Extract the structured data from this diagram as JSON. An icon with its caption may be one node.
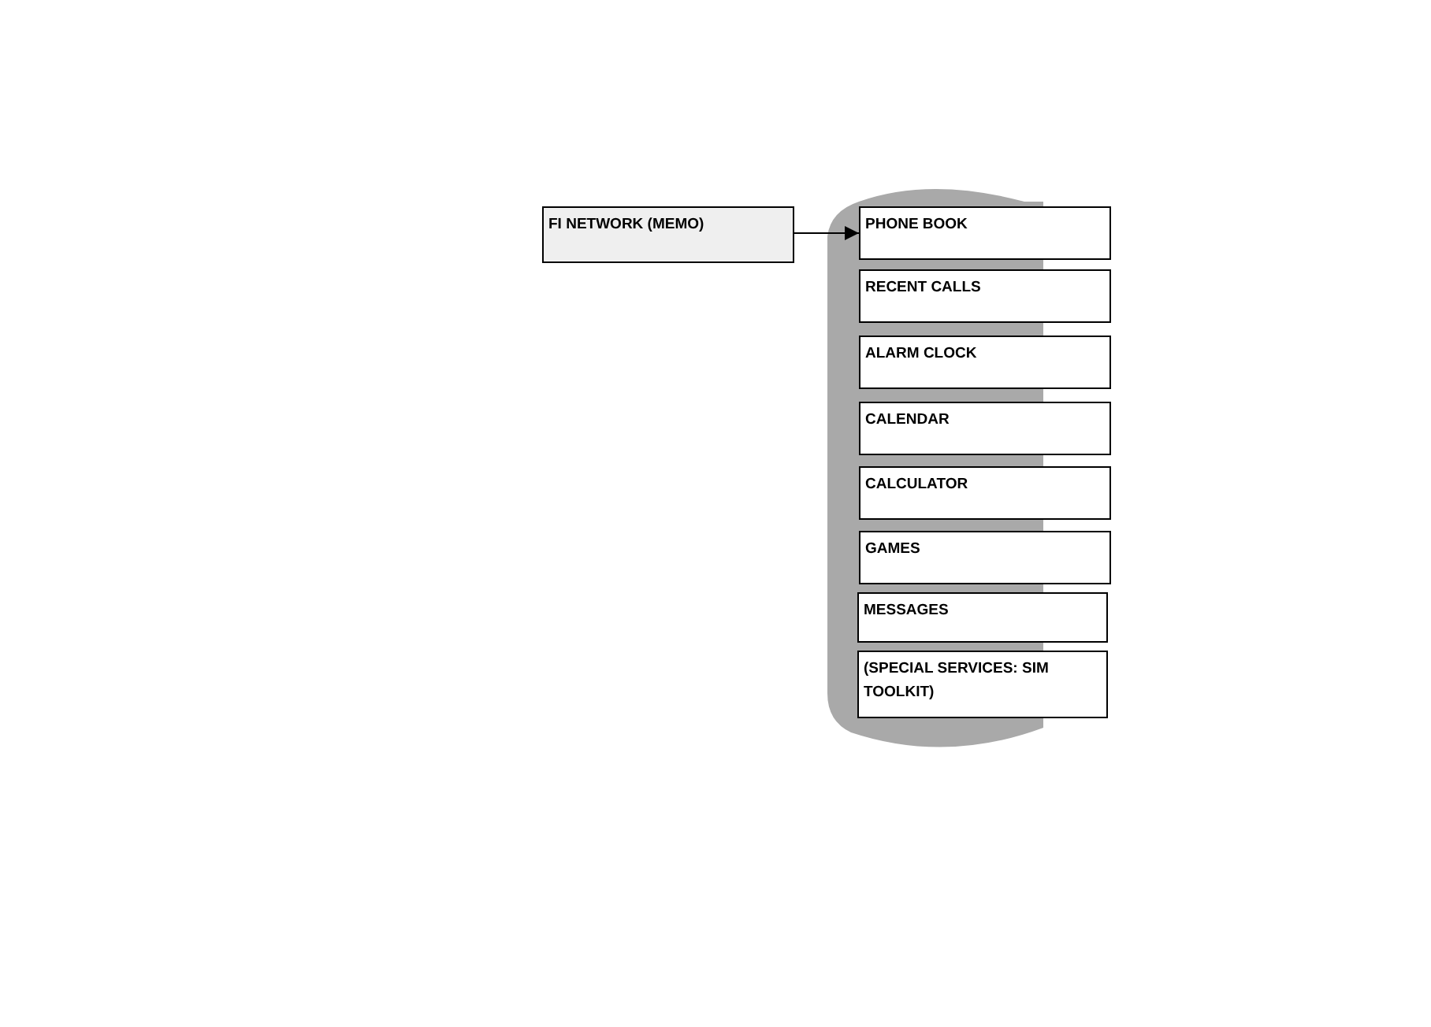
{
  "diagram": {
    "nodes": [
      {
        "text": [
          "FI NETWORK (MEMO)"
        ]
      },
      {
        "text": [
          "PHONE BOOK"
        ]
      },
      {
        "text": [
          "RECENT CALLS"
        ]
      },
      {
        "text": [
          "ALARM CLOCK"
        ]
      },
      {
        "text": [
          "CALENDAR"
        ]
      },
      {
        "text": [
          "CALCULATOR"
        ]
      },
      {
        "text": [
          "GAMES"
        ]
      },
      {
        "text": [
          "MESSAGES"
        ]
      },
      {
        "text": [
          "(SPECIAL SERVICES: SIM TOOLKIT)"
        ]
      }
    ],
    "edges": [
      {
        "from": 0,
        "to": 1,
        "arrow": "to"
      }
    ]
  }
}
